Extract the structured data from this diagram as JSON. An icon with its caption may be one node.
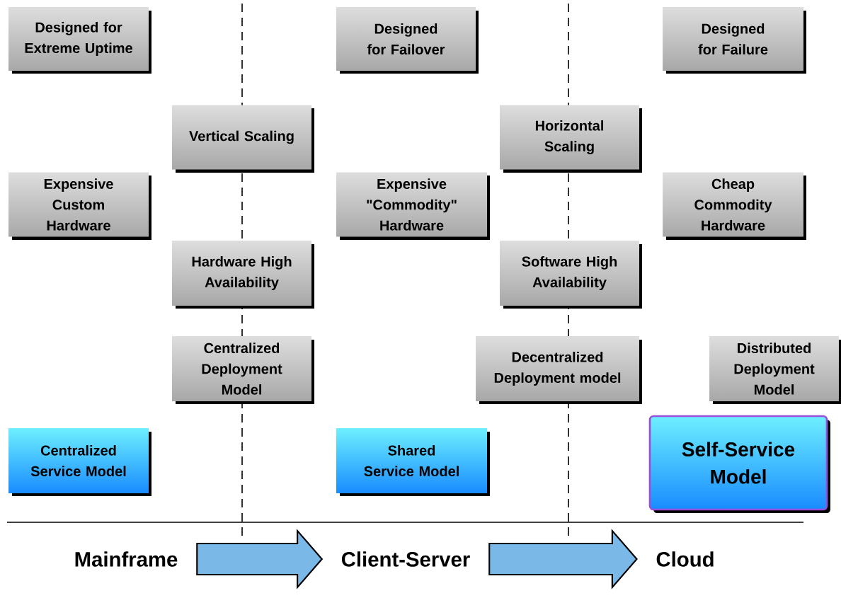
{
  "diagram": {
    "nodes": [
      {
        "text": [
          "Designed for Extreme Uptime"
        ]
      },
      {
        "text": [
          "Designed for Failover"
        ]
      },
      {
        "text": [
          "Designed for Failure"
        ]
      },
      {
        "text": [
          "Vertical Scaling"
        ]
      },
      {
        "text": [
          "Horizontal Scaling"
        ]
      },
      {
        "text": [
          "Expensive Custom Hardware"
        ]
      },
      {
        "text": [
          "Expensive \"Commodity\" Hardware"
        ]
      },
      {
        "text": [
          "Cheap Commodity Hardware"
        ]
      },
      {
        "text": [
          "Hardware High Availability"
        ]
      },
      {
        "text": [
          "Software High Availability"
        ]
      },
      {
        "text": [
          "Centralized Deployment Model"
        ]
      },
      {
        "text": [
          "Decentralized Deployment model"
        ]
      },
      {
        "text": [
          "Distributed Deployment Model"
        ]
      },
      {
        "text": [
          "Centralized Service Model"
        ]
      },
      {
        "text": [
          "Shared Service Model"
        ]
      },
      {
        "text": [
          "Self-Service Model"
        ]
      },
      {
        "text": [
          "Mainframe"
        ]
      },
      {
        "text": [
          "Client-Server"
        ]
      },
      {
        "text": [
          "Cloud"
        ]
      }
    ],
    "edges": [
      {
        "from": 16,
        "to": 17,
        "arrow": "to"
      },
      {
        "from": 17,
        "to": 18,
        "arrow": "to"
      }
    ]
  }
}
